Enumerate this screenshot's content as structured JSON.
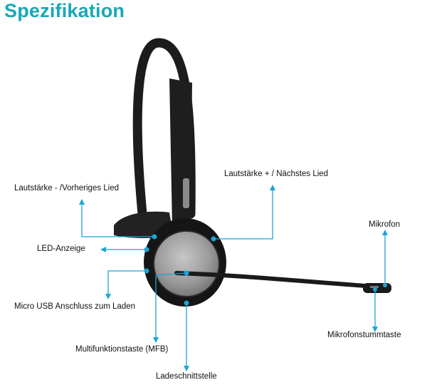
{
  "title": "Spezifikation",
  "colors": {
    "accent": "#17a8b5",
    "callout_line": "#19a6d8",
    "headset_body": "#1a1a1a",
    "earcup_plate": "#9a9a9a"
  },
  "labels": {
    "volume_down": "Lautstärke - /Vorheriges Lied",
    "volume_up": "Lautstärke + / Nächstes Lied",
    "microphone": "Mikrofon",
    "led": "LED-Anzeige",
    "micro_usb": "Micro USB Anschluss zum Laden",
    "mic_mute": "Mikrofonstummtaste",
    "mfb": "Multifunktionstaste (MFB)",
    "charging_port": "Ladeschnittstelle"
  }
}
